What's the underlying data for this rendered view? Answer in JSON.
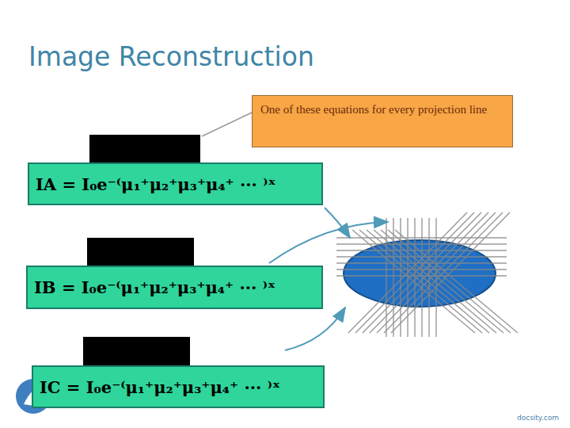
{
  "diagram": {
    "title": "Image Reconstruction",
    "nodes": [
      {
        "text": [
          "One of these equations for every projection line"
        ]
      },
      {
        "text": [
          "IA = I₀e⁻⁽μ₁⁺μ₂⁺μ₃⁺μ₄⁺ ··· ⁾ˣ"
        ]
      },
      {
        "text": [
          "IB = I₀e⁻⁽μ₁⁺μ₂⁺μ₃⁺μ₄⁺ ··· ⁾ˣ"
        ]
      },
      {
        "text": [
          "IC = I₀e⁻⁽μ₁⁺μ₂⁺μ₃⁺μ₄⁺ ··· ⁾ˣ"
        ]
      }
    ],
    "labels": [
      "docsity.com"
    ]
  }
}
